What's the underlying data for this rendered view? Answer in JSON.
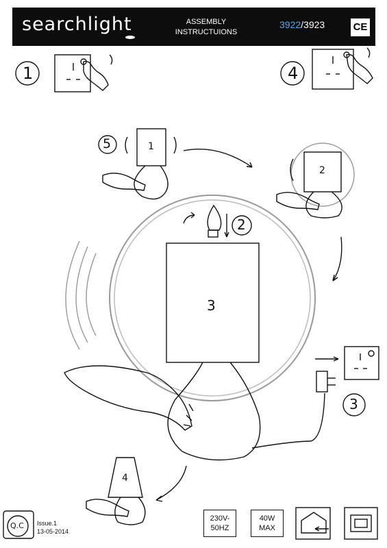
{
  "header": {
    "brand": "searchlight",
    "title_line1": "ASSEMBLY",
    "title_line2": "INSTRUCTUIONS",
    "code_a": "3922",
    "code_b": "/3923",
    "ce_mark": "CE"
  },
  "steps": {
    "s1": "1",
    "s4": "4",
    "s5": "5",
    "s2": "2",
    "s3": "3"
  },
  "lamp_labels": {
    "small1": "1",
    "small2": "2",
    "main": "3",
    "small4": "4"
  },
  "footer": {
    "qc": "Q.C",
    "issue": "Issue.1",
    "date": "13-05-2014",
    "voltage_1": "230V-",
    "voltage_2": "50HZ",
    "wattage_1": "40W",
    "wattage_2": "MAX"
  },
  "icons": [
    "socket-switch-icon",
    "hand-icon",
    "bulb-icon",
    "plug-icon",
    "indoor-use-icon",
    "class-ii-icon"
  ]
}
